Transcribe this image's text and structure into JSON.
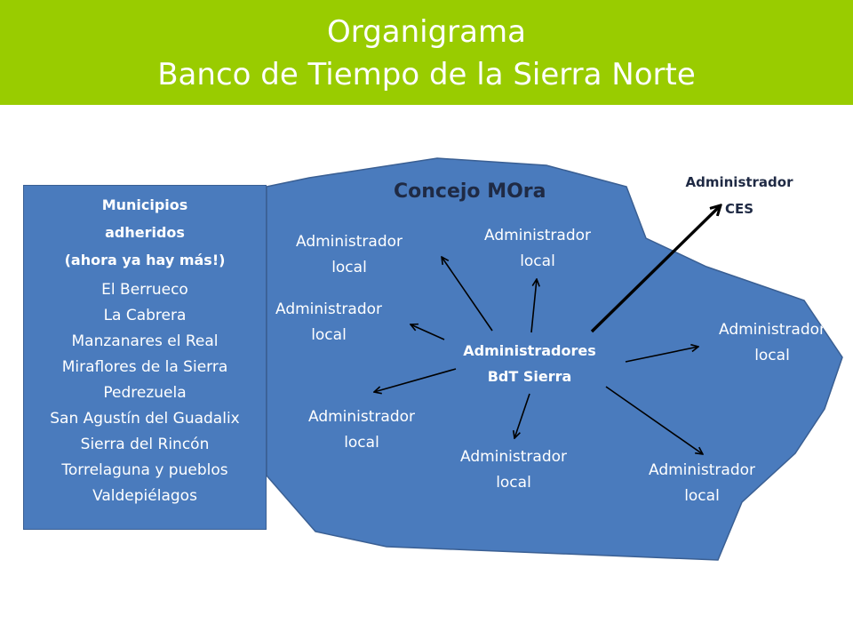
{
  "header": {
    "line1": "Organigrama",
    "line2": "Banco de Tiempo de la Sierra Norte",
    "color": "#99cc00"
  },
  "region": {
    "title": "Concejo MOra",
    "fill": "#4a7bbd"
  },
  "center_node": {
    "line1": "Administradores",
    "line2": "BdT Sierra"
  },
  "ces_node": {
    "line1": "Administrador",
    "line2": "CES"
  },
  "local_nodes": [
    {
      "line1": "Administrador",
      "line2": "local"
    },
    {
      "line1": "Administrador",
      "line2": "local"
    },
    {
      "line1": "Administrador",
      "line2": "local"
    },
    {
      "line1": "Administrador",
      "line2": "local"
    },
    {
      "line1": "Administrador",
      "line2": "local"
    },
    {
      "line1": "Administrador",
      "line2": "local"
    },
    {
      "line1": "Administrador",
      "line2": "local"
    }
  ],
  "municipios": {
    "title_lines": [
      "Municipios",
      "adheridos",
      "(ahora ya hay más!)"
    ],
    "items": [
      "El Berrueco",
      "La Cabrera",
      "Manzanares el Real",
      "Miraflores de la Sierra",
      "Pedrezuela",
      "San Agustín del Guadalix",
      "Sierra del Rincón",
      "Torrelaguna y pueblos",
      "Valdepiélagos"
    ]
  }
}
